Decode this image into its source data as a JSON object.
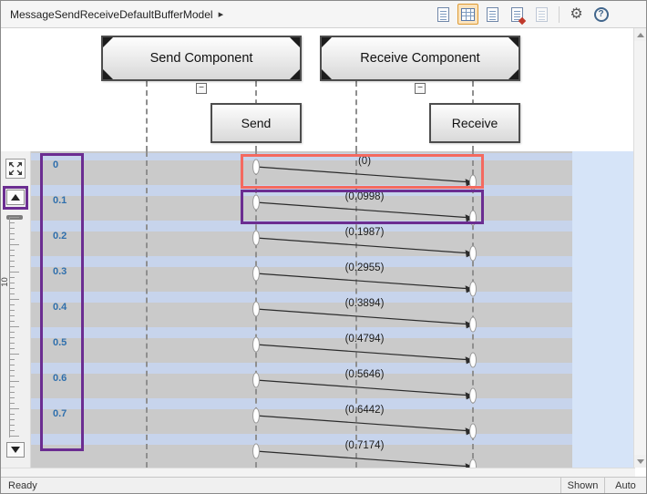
{
  "titlebar": {
    "breadcrumb": "MessageSendReceiveDefaultBufferModel",
    "breadcrumb_arrow": "▸",
    "icons": [
      {
        "name": "report-icon"
      },
      {
        "name": "sequence-viewer-icon",
        "active": true
      },
      {
        "name": "data-inspector-icon"
      },
      {
        "name": "export-icon"
      },
      {
        "name": "compare-icon",
        "disabled": true
      },
      {
        "name": "settings-gear-icon",
        "glyph": "⚙"
      },
      {
        "name": "help-icon",
        "glyph": "?"
      }
    ]
  },
  "header": {
    "components": [
      {
        "label": "Send Component"
      },
      {
        "label": "Receive Component"
      }
    ],
    "blocks": [
      {
        "label": "Send"
      },
      {
        "label": "Receive"
      }
    ],
    "collapse_glyph": "−"
  },
  "diagram": {
    "time_labels": [
      "0",
      "0.1",
      "0.2",
      "0.3",
      "0.4",
      "0.5",
      "0.6",
      "0.7"
    ],
    "messages": [
      {
        "label": "(0)"
      },
      {
        "label": "(0.0998)"
      },
      {
        "label": "(0.1987)"
      },
      {
        "label": "(0.2955)"
      },
      {
        "label": "(0.3894)"
      },
      {
        "label": "(0.4794)"
      },
      {
        "label": "(0.5646)"
      },
      {
        "label": "(0.6442)"
      },
      {
        "label": "(0.7174)"
      }
    ],
    "ruler_label": "10"
  },
  "statusbar": {
    "left": "Ready",
    "shown": "Shown",
    "auto": "Auto"
  },
  "colors": {
    "highlight_red": "#f4695f",
    "highlight_purple": "#6b2d91",
    "stripe_blue": "#c7d4ec",
    "stripe_gray": "#cacaca",
    "right_panel_blue": "#d6e4f8",
    "time_label_blue": "#2f6fad",
    "active_icon_border": "#dd9a33"
  },
  "annotations": [
    {
      "shape": "box",
      "color": "#f4695f",
      "target": "first-message-row"
    },
    {
      "shape": "box",
      "color": "#6b2d91",
      "target": "second-message-row"
    },
    {
      "shape": "box",
      "color": "#6b2d91",
      "target": "time-axis"
    },
    {
      "shape": "box",
      "color": "#6b2d91",
      "target": "page-up-button"
    }
  ]
}
